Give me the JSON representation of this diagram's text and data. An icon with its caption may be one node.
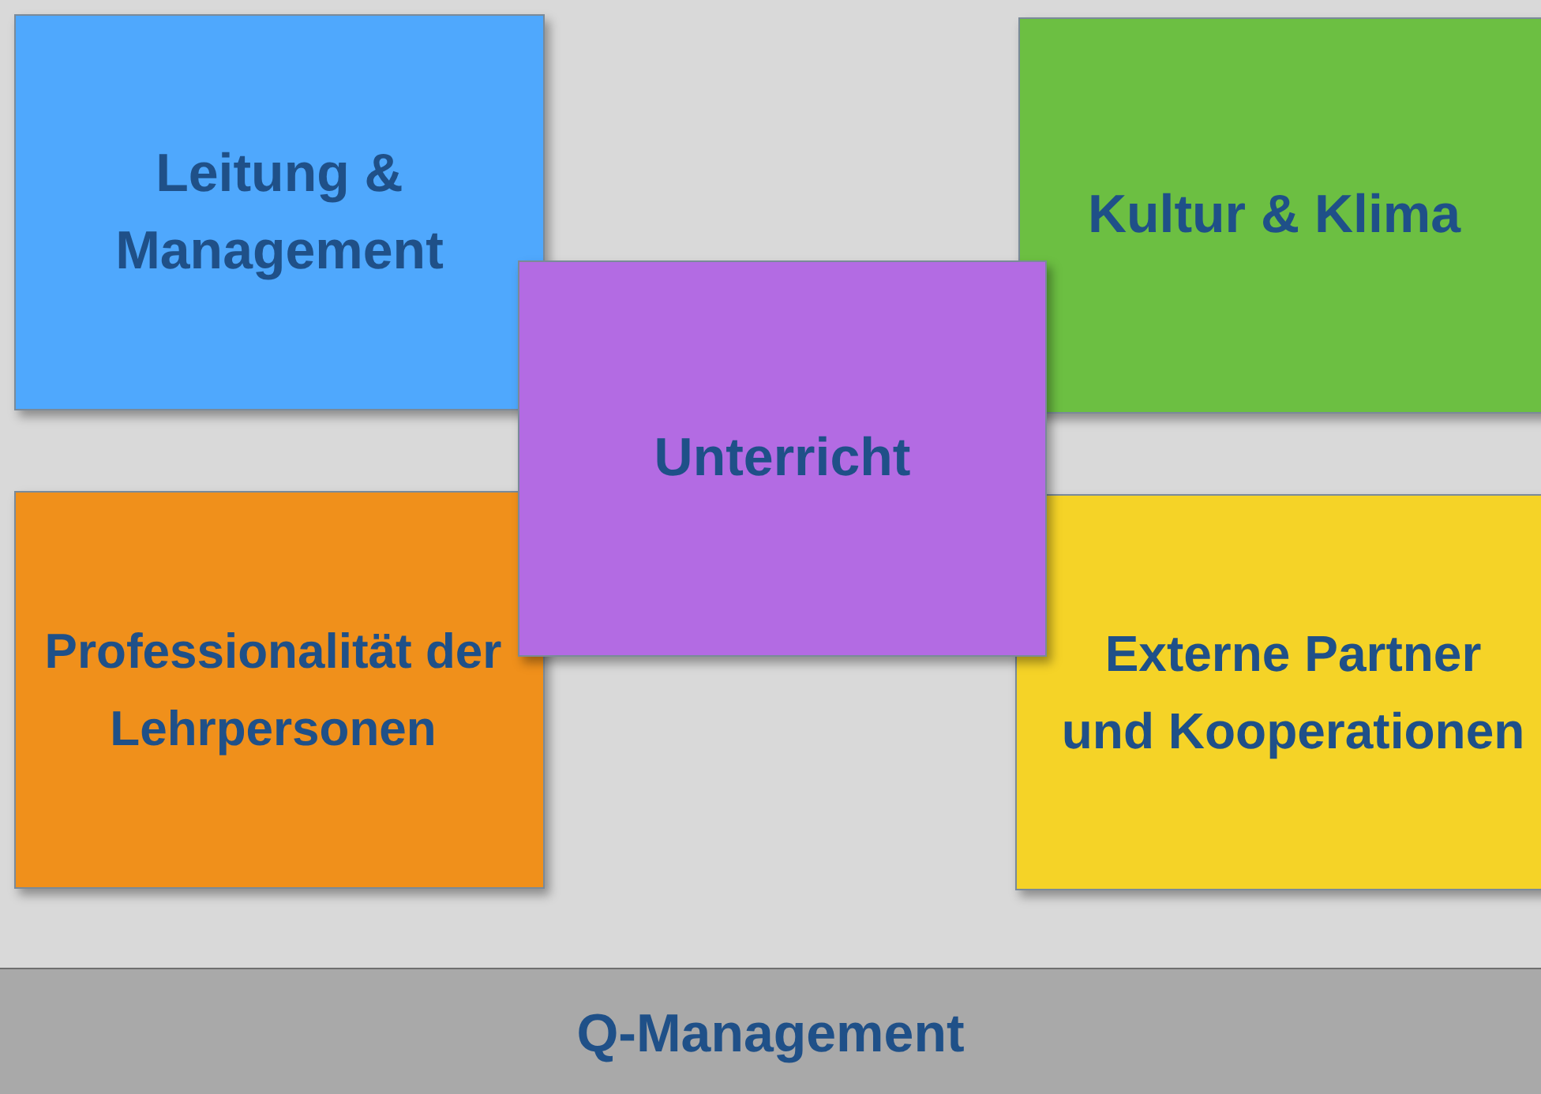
{
  "diagram": {
    "nodes": [
      {
        "text": [
          "Leitung & Management"
        ]
      },
      {
        "text": [
          "Kultur & Klima"
        ]
      },
      {
        "text": [
          "Unterricht"
        ]
      },
      {
        "text": [
          "Professionalität der Lehrpersonen"
        ]
      },
      {
        "text": [
          "Externe Partner und Kooperationen"
        ]
      },
      {
        "text": [
          "Q-Management"
        ]
      }
    ]
  }
}
